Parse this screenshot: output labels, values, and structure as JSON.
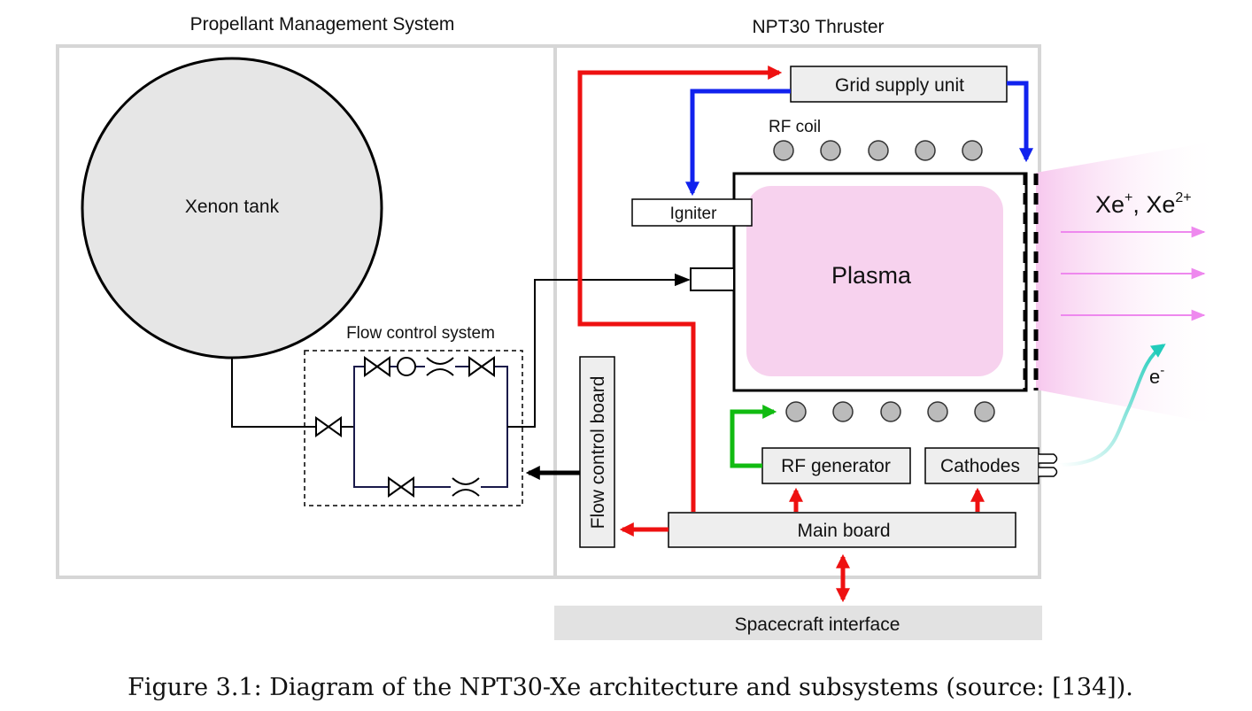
{
  "sections": {
    "pms_title": "Propellant Management System",
    "thruster_title": "NPT30 Thruster"
  },
  "labels": {
    "xenon_tank": "Xenon tank",
    "flow_control_system": "Flow control system",
    "flow_control_board": "Flow control board",
    "grid_supply_unit": "Grid supply unit",
    "rf_coil": "RF coil",
    "igniter": "Igniter",
    "plasma": "Plasma",
    "rf_generator": "RF generator",
    "cathodes": "Cathodes",
    "main_board": "Main board",
    "spacecraft_interface": "Spacecraft interface",
    "ions_xe": "Xe",
    "ions_xe_sup1": "+",
    "ions_sep": ", Xe",
    "ions_xe_sup2": "2+",
    "electron": "e",
    "electron_sup": "-"
  },
  "caption": "Figure 3.1: Diagram of the NPT30-Xe architecture and subsystems (source: [134]).",
  "colors": {
    "power_red": "#ee1111",
    "grid_blue": "#1122ee",
    "rf_green": "#11bb11",
    "plasma_pink": "#f7d2ee",
    "ion_arrow": "#ee88ee",
    "electron_teal": "#22ccbb",
    "panel_gray": "#d6d6d6",
    "box_fill": "#eeeeee",
    "coil_gray": "#bbbbbb"
  }
}
